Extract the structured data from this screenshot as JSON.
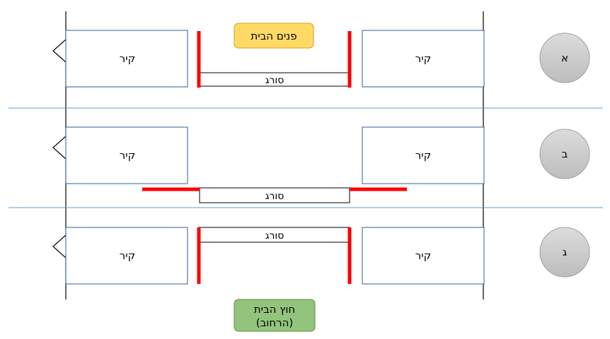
{
  "labels": {
    "wall": "קיר",
    "mesh": "סורג",
    "inside": "פנים הבית",
    "outside_line1": "חוץ הבית",
    "outside_line2": "(הרחוב)"
  },
  "rows": [
    {
      "letter": "א"
    },
    {
      "letter": "ב"
    },
    {
      "letter": "ג"
    }
  ],
  "colors": {
    "wall_border": "#2e5f9a",
    "separator": "#5b9bd5",
    "red_bar": "#ff0000",
    "inside_fill": "#ffd966",
    "inside_border": "#d6a10f",
    "outside_fill": "#93c47d",
    "outside_border": "#5a8f3c",
    "circle_fill": "#c8c8c8",
    "circle_border": "#a0a0a0"
  }
}
